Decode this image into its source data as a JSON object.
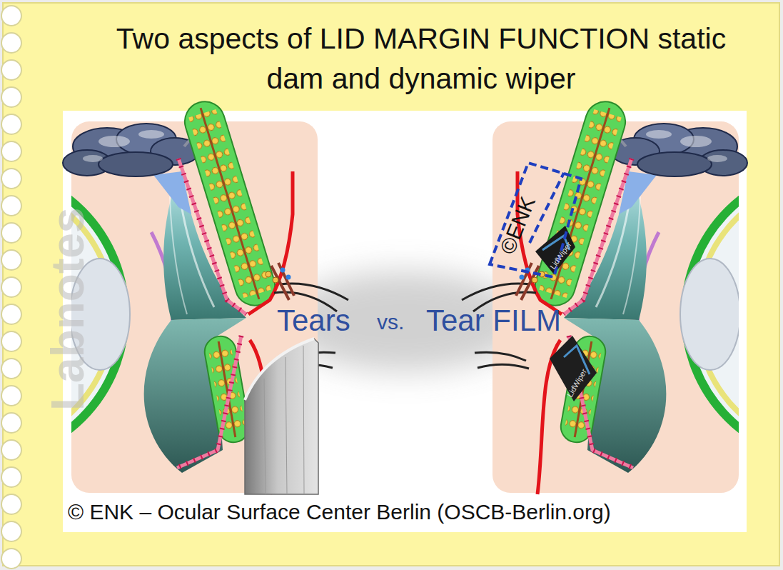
{
  "diagram": {
    "title": "Two aspects of LID MARGIN FUNCTION static dam and dynamic wiper",
    "caption": "© ENK – Ocular Surface Center Berlin (OSCB-Berlin.org)",
    "labels": [
      "Labnotes",
      "Tears",
      "vs.",
      "Tear FILM",
      "©ENK",
      "LidWiper",
      "LidWiper"
    ]
  }
}
